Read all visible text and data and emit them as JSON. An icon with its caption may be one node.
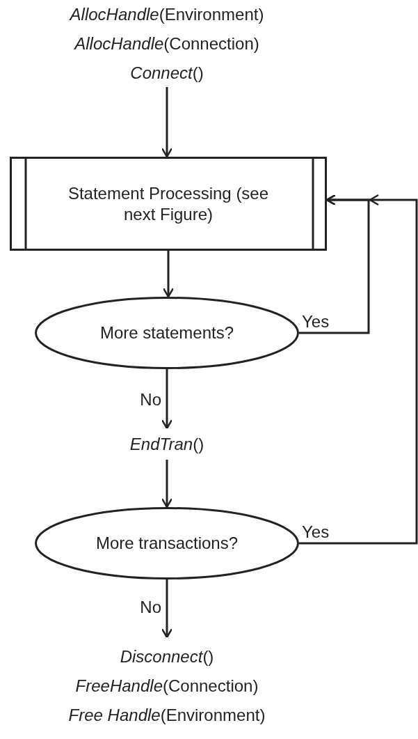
{
  "diagram": {
    "nodes": [
      {
        "text": [
          "*AllocHandle*(Environment)",
          "*AllocHandle*(Connection)",
          "*Connect*()"
        ]
      },
      {
        "text": [
          "Statement Processing (see next Figure)"
        ]
      },
      {
        "text": [
          "More statements?"
        ]
      },
      {
        "text": [
          "*EndTran*()"
        ]
      },
      {
        "text": [
          "More transactions?"
        ]
      },
      {
        "text": [
          "*Disconnect*()",
          "*FreeHandle*(Connection)",
          "*Free Handle*(Environment)"
        ]
      }
    ],
    "edges": [
      {
        "from": 0,
        "to": 1,
        "arrow": "to"
      },
      {
        "from": 1,
        "to": 2,
        "arrow": "to"
      },
      {
        "from": 2,
        "to": 1,
        "arrow": "to",
        "label": "Yes"
      },
      {
        "from": 2,
        "to": 3,
        "arrow": "to",
        "label": "No"
      },
      {
        "from": 3,
        "to": 4,
        "arrow": "to"
      },
      {
        "from": 4,
        "to": 1,
        "arrow": "to",
        "label": "Yes"
      },
      {
        "from": 4,
        "to": 5,
        "arrow": "to",
        "label": "No"
      }
    ]
  }
}
